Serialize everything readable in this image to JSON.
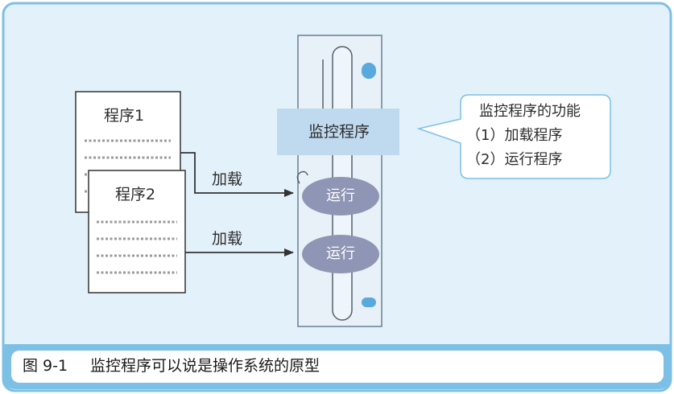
{
  "programs": [
    {
      "title": "程序1"
    },
    {
      "title": "程序2"
    }
  ],
  "monitor": {
    "label": "监控程序"
  },
  "run_label": "运行",
  "load_label": "加载",
  "callout": {
    "title": "监控程序的功能",
    "items": [
      "（1）加载程序",
      "（2）运行程序"
    ]
  },
  "caption": {
    "figure_number": "图 9-1",
    "text": "监控程序可以说是操作系统的原型"
  },
  "colors": {
    "panel_bg": "#e3f2fa",
    "panel_border": "#7cc0e6",
    "caption_bar": "#7cc0e6",
    "monitor_box": "#bfd9ee",
    "run_ellipse": "#8f95b4",
    "blue_dot": "#5aa9dc",
    "arrow": "#333333"
  }
}
